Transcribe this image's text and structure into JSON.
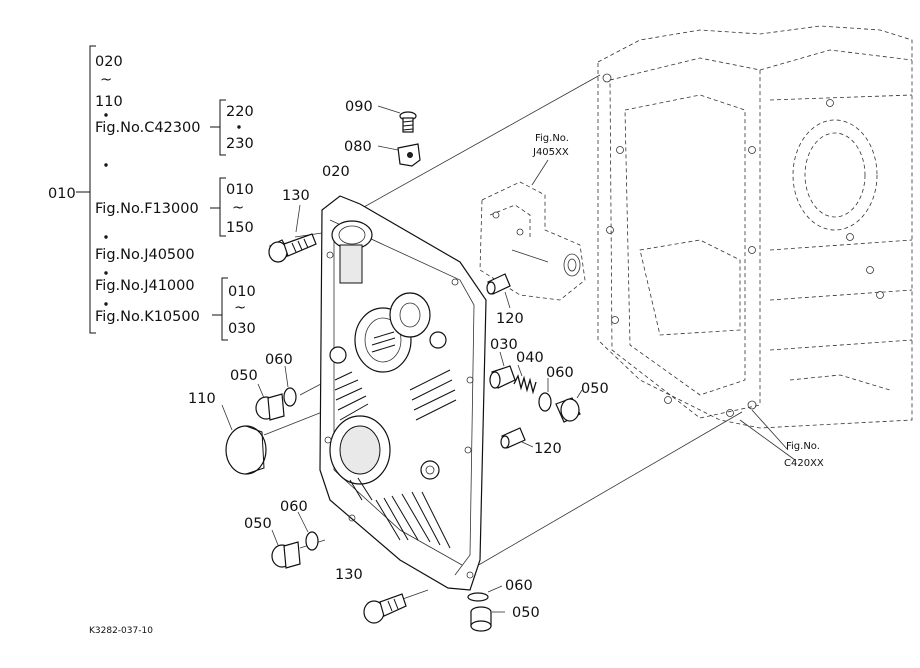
{
  "parts": {
    "p090": "090",
    "p080": "080",
    "p020": "020",
    "p130_top": "130",
    "p130_bottom": "130",
    "p120_top": "120",
    "p120_bottom": "120",
    "p030": "030",
    "p040": "040",
    "p060_mid": "060",
    "p050_mid": "050",
    "p060_left": "060",
    "p050_left": "050",
    "p110": "110",
    "p060_low": "060",
    "p050_low": "050",
    "p060_bottom": "060",
    "p050_bottom": "050"
  },
  "bracket": {
    "root": "010",
    "range1_start": "020",
    "range1_tilde": "~",
    "range1_end": "110",
    "fig1": "Fig.No.C42300",
    "sub1_start": "220",
    "sub1_end": "230",
    "fig2": "Fig.No.F13000",
    "sub2_start": "010",
    "sub2_tilde": "~",
    "sub2_end": "150",
    "fig3": "Fig.No.J40500",
    "fig4": "Fig.No.J41000",
    "fig5": "Fig.No.K10500",
    "sub3_start": "010",
    "sub3_tilde": "~",
    "sub3_end": "030"
  },
  "refs": {
    "j405_line1": "Fig.No.",
    "j405_line2": "J405XX",
    "c420_line1": "Fig.No.",
    "c420_line2": "C420XX"
  },
  "drawing_code": "K3282-037-10"
}
